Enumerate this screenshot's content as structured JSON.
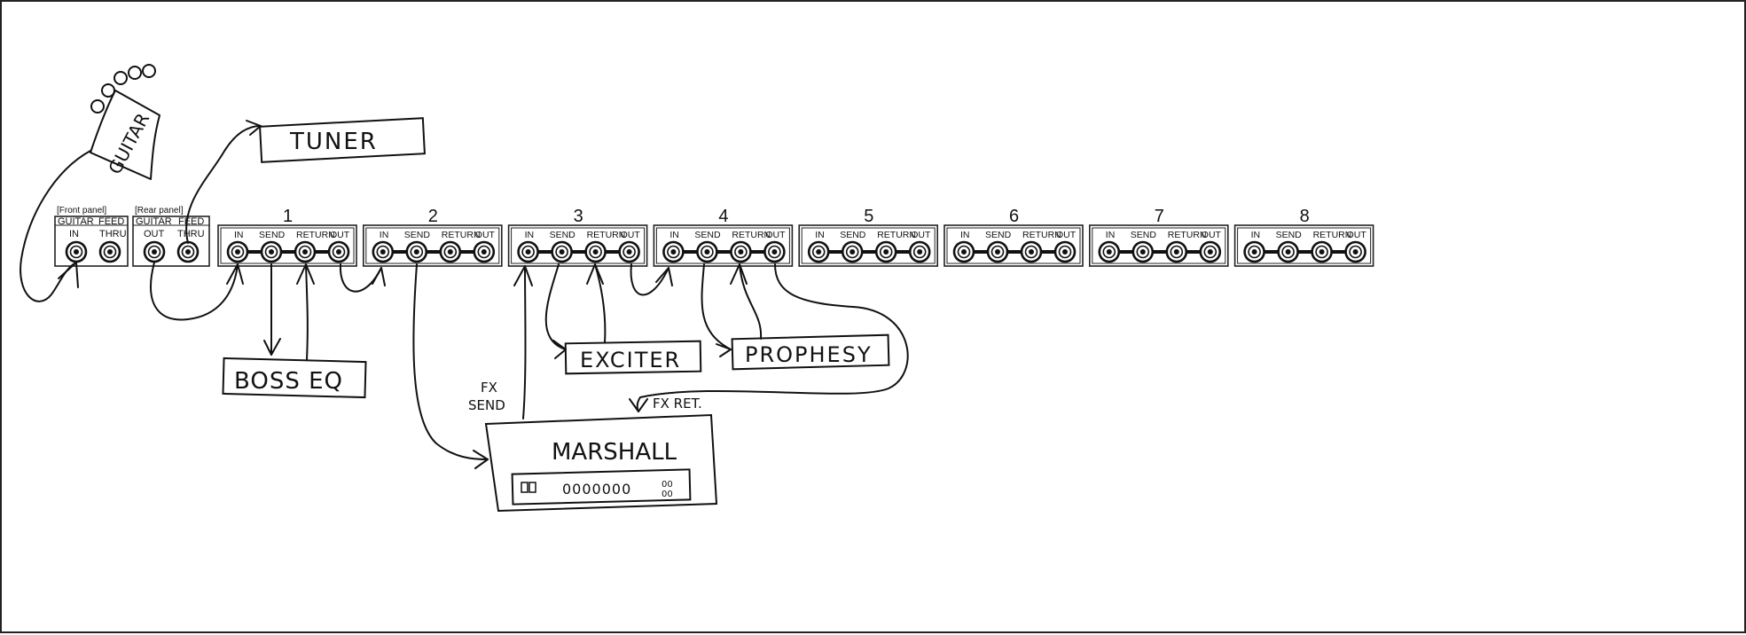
{
  "front_panel": {
    "caption": "[Front panel]",
    "header": [
      "GUITAR",
      "FEED"
    ],
    "jacks": [
      "IN",
      "THRU"
    ]
  },
  "rear_panel": {
    "caption": "[Rear panel]",
    "header": [
      "GUITAR",
      "FEED"
    ],
    "jacks": [
      "OUT",
      "THRU"
    ]
  },
  "loops": [
    {
      "number": "1",
      "jacks": [
        "IN",
        "SEND",
        "RETURN",
        "OUT"
      ]
    },
    {
      "number": "2",
      "jacks": [
        "IN",
        "SEND",
        "RETURN",
        "OUT"
      ]
    },
    {
      "number": "3",
      "jacks": [
        "IN",
        "SEND",
        "RETURN",
        "OUT"
      ]
    },
    {
      "number": "4",
      "jacks": [
        "IN",
        "SEND",
        "RETURN",
        "OUT"
      ]
    },
    {
      "number": "5",
      "jacks": [
        "IN",
        "SEND",
        "RETURN",
        "OUT"
      ]
    },
    {
      "number": "6",
      "jacks": [
        "IN",
        "SEND",
        "RETURN",
        "OUT"
      ]
    },
    {
      "number": "7",
      "jacks": [
        "IN",
        "SEND",
        "RETURN",
        "OUT"
      ]
    },
    {
      "number": "8",
      "jacks": [
        "IN",
        "SEND",
        "RETURN",
        "OUT"
      ]
    }
  ],
  "devices": {
    "guitar": "GUITAR",
    "tuner": "TUNER",
    "boss_eq": "BOSS EQ",
    "exciter": "EXCITER",
    "prophesy": "PROPHESY",
    "marshall": "MARSHALL",
    "marshall_knobs": "0000000",
    "marshall_jacks": "00\n00"
  },
  "labels": {
    "fx_send": [
      "FX",
      "SEND"
    ],
    "fx_ret": "FX RET."
  },
  "icons": {
    "jack": "jack-icon",
    "guitar_headstock": "guitar-headstock-icon",
    "amp": "amp-icon"
  }
}
